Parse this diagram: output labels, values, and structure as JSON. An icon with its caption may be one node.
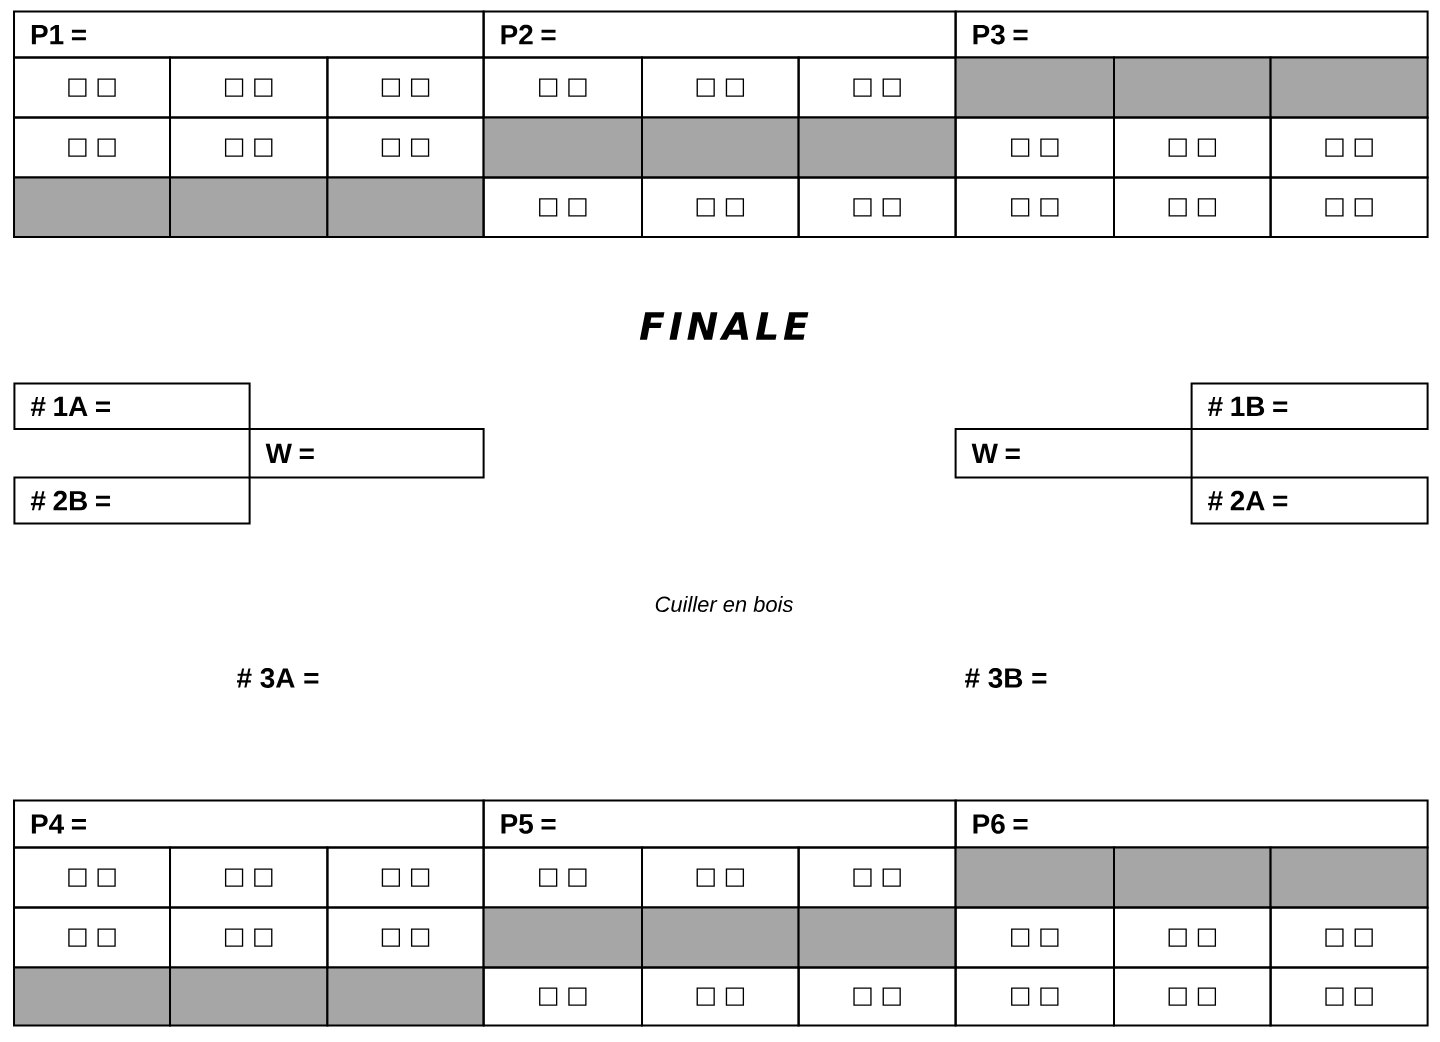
{
  "diagram": {
    "title": "FINALE",
    "nodes": [
      {
        "text": [
          "P1 ="
        ]
      },
      {
        "text": [
          "P2 ="
        ]
      },
      {
        "text": [
          "P3 ="
        ]
      },
      {
        "text": [
          "□ □"
        ]
      },
      {
        "text": [
          "□ □"
        ]
      },
      {
        "text": [
          "□ □"
        ]
      },
      {
        "text": [
          "□ □"
        ]
      },
      {
        "text": [
          "□ □"
        ]
      },
      {
        "text": [
          "□ □"
        ]
      },
      {
        "text": [],
        "shape": "box"
      },
      {
        "text": [],
        "shape": "box"
      },
      {
        "text": [],
        "shape": "box"
      },
      {
        "text": [
          "□ □"
        ]
      },
      {
        "text": [
          "□ □"
        ]
      },
      {
        "text": [
          "□ □"
        ]
      },
      {
        "text": [],
        "shape": "box"
      },
      {
        "text": [],
        "shape": "box"
      },
      {
        "text": [],
        "shape": "box"
      },
      {
        "text": [
          "□ □"
        ]
      },
      {
        "text": [
          "□ □"
        ]
      },
      {
        "text": [
          "□ □"
        ]
      },
      {
        "text": [],
        "shape": "box"
      },
      {
        "text": [],
        "shape": "box"
      },
      {
        "text": [],
        "shape": "box"
      },
      {
        "text": [
          "□ □"
        ]
      },
      {
        "text": [
          "□ □"
        ]
      },
      {
        "text": [
          "□ □"
        ]
      },
      {
        "text": [
          "□ □"
        ]
      },
      {
        "text": [
          "□ □"
        ]
      },
      {
        "text": [
          "□ □"
        ]
      },
      {
        "text": [
          "# 1A ="
        ]
      },
      {
        "text": [
          "# 1B ="
        ]
      },
      {
        "text": [
          "W ="
        ]
      },
      {
        "text": [
          "W ="
        ]
      },
      {
        "text": [
          "# 2B ="
        ]
      },
      {
        "text": [
          "# 2A ="
        ]
      },
      {
        "text": [
          "P4 ="
        ]
      },
      {
        "text": [
          "P5 ="
        ]
      },
      {
        "text": [
          "P6 ="
        ]
      },
      {
        "text": [
          "□ □"
        ]
      },
      {
        "text": [
          "□ □"
        ]
      },
      {
        "text": [
          "□ □"
        ]
      },
      {
        "text": [
          "□ □"
        ]
      },
      {
        "text": [
          "□ □"
        ]
      },
      {
        "text": [
          "□ □"
        ]
      },
      {
        "text": [],
        "shape": "box"
      },
      {
        "text": [],
        "shape": "box"
      },
      {
        "text": [],
        "shape": "box"
      },
      {
        "text": [
          "□ □"
        ]
      },
      {
        "text": [
          "□ □"
        ]
      },
      {
        "text": [
          "□ □"
        ]
      },
      {
        "text": [],
        "shape": "box"
      },
      {
        "text": [],
        "shape": "box"
      },
      {
        "text": [],
        "shape": "box"
      },
      {
        "text": [
          "□ □"
        ]
      },
      {
        "text": [
          "□ □"
        ]
      },
      {
        "text": [
          "□ □"
        ]
      },
      {
        "text": [],
        "shape": "box"
      },
      {
        "text": [],
        "shape": "box"
      },
      {
        "text": [],
        "shape": "box"
      },
      {
        "text": [
          "□ □"
        ]
      },
      {
        "text": [
          "□ □"
        ]
      },
      {
        "text": [
          "□ □"
        ]
      },
      {
        "text": [
          "□ □"
        ]
      },
      {
        "text": [
          "□ □"
        ]
      },
      {
        "text": [
          "□ □"
        ]
      }
    ],
    "labels": [
      "Cuiller en bois",
      "# 3A =",
      "# 3B ="
    ]
  }
}
